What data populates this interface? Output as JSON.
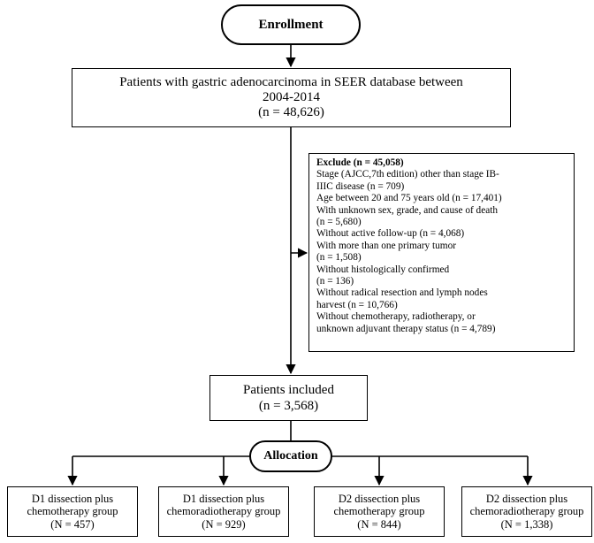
{
  "enrollment": "Enrollment",
  "source": {
    "line1": "Patients with gastric adenocarcinoma in SEER database between",
    "line2": "2004-2014",
    "line3": "(n = 48,626)"
  },
  "exclude": {
    "title": "Exclude (n = 45,058)",
    "lines": [
      "Stage (AJCC,7th edition) other than stage IB-",
      "IIIC disease (n = 709)",
      "Age between 20 and 75 years old (n = 17,401)",
      "With unknown sex, grade, and cause of death",
      "(n = 5,680)",
      "Without active follow-up (n = 4,068)",
      "With more than one primary tumor",
      "(n = 1,508)",
      "Without histologically confirmed",
      "(n = 136)",
      "Without radical resection and lymph nodes",
      "harvest (n = 10,766)",
      "Without chemotherapy, radiotherapy, or",
      "unknown adjuvant therapy status  (n = 4,789)"
    ]
  },
  "included": {
    "line1": "Patients included",
    "line2": "(n = 3,568)"
  },
  "allocation": "Allocation",
  "groups": [
    {
      "line1": "D1 dissection plus",
      "line2": "chemotherapy group",
      "line3": "(N = 457)"
    },
    {
      "line1": "D1 dissection plus",
      "line2": "chemoradiotherapy group",
      "line3": "(N = 929)"
    },
    {
      "line1": "D2 dissection plus",
      "line2": "chemotherapy group",
      "line3": "(N = 844)"
    },
    {
      "line1": "D2 dissection plus",
      "line2": "chemoradiotherapy group",
      "line3": "(N = 1,338)"
    }
  ]
}
